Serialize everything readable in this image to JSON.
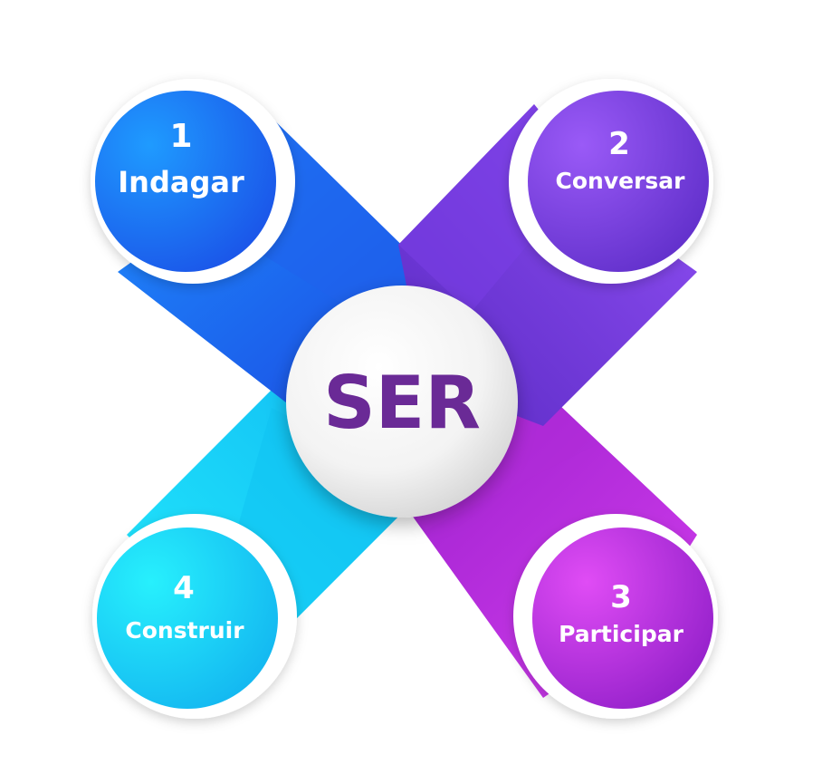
{
  "center": {
    "label": "SER",
    "color": "#6a2a96"
  },
  "steps": [
    {
      "number": "1",
      "label": "Indagar",
      "colors": [
        "#1e8cff",
        "#1b4fe6"
      ]
    },
    {
      "number": "2",
      "label": "Conversar",
      "colors": [
        "#8a4cf2",
        "#5e2ec8"
      ]
    },
    {
      "number": "3",
      "label": "Participar",
      "colors": [
        "#d33ff0",
        "#8f1ec9"
      ]
    },
    {
      "number": "4",
      "label": "Construir",
      "colors": [
        "#1fe2fb",
        "#12b3f0"
      ]
    }
  ]
}
